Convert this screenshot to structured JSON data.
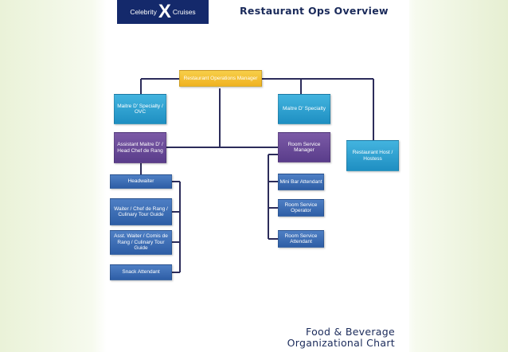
{
  "header": {
    "logo_brand": "Celebrity",
    "logo_x": "X",
    "logo_line": "Cruises",
    "title": "Restaurant Ops Overview"
  },
  "footer": {
    "line1": "Food & Beverage",
    "line2": "Organizational Chart"
  },
  "colors": {
    "connector": "#2c2c5a",
    "orange": "#f0b220",
    "cyan": "#1f8fc2",
    "purple": "#5a3d8b",
    "blue": "#2e5ea6"
  },
  "org": {
    "top": "Restaurant Operations Manager",
    "maitre_ovc": "Maitre D' Specialty / OVC",
    "maitre_specialty": "Maitre D' Specialty",
    "asst_maitre": "Assistant Maitre D' / Head Chef de Rang",
    "room_service_mgr": "Room Service Manager",
    "host": "Restaurant Host / Hostess",
    "headwaiter": "Headwaiter",
    "waiter": "Waiter / Chef de Rang / Culinary Tour Guide",
    "asst_waiter": "Asst. Waiter / Comis de Rang / Culinary Tour Guide",
    "snack": "Snack Attendant",
    "minibar": "Mini Bar Attendant",
    "rs_operator": "Room Service Operator",
    "rs_attendant": "Room Service Attendant"
  }
}
